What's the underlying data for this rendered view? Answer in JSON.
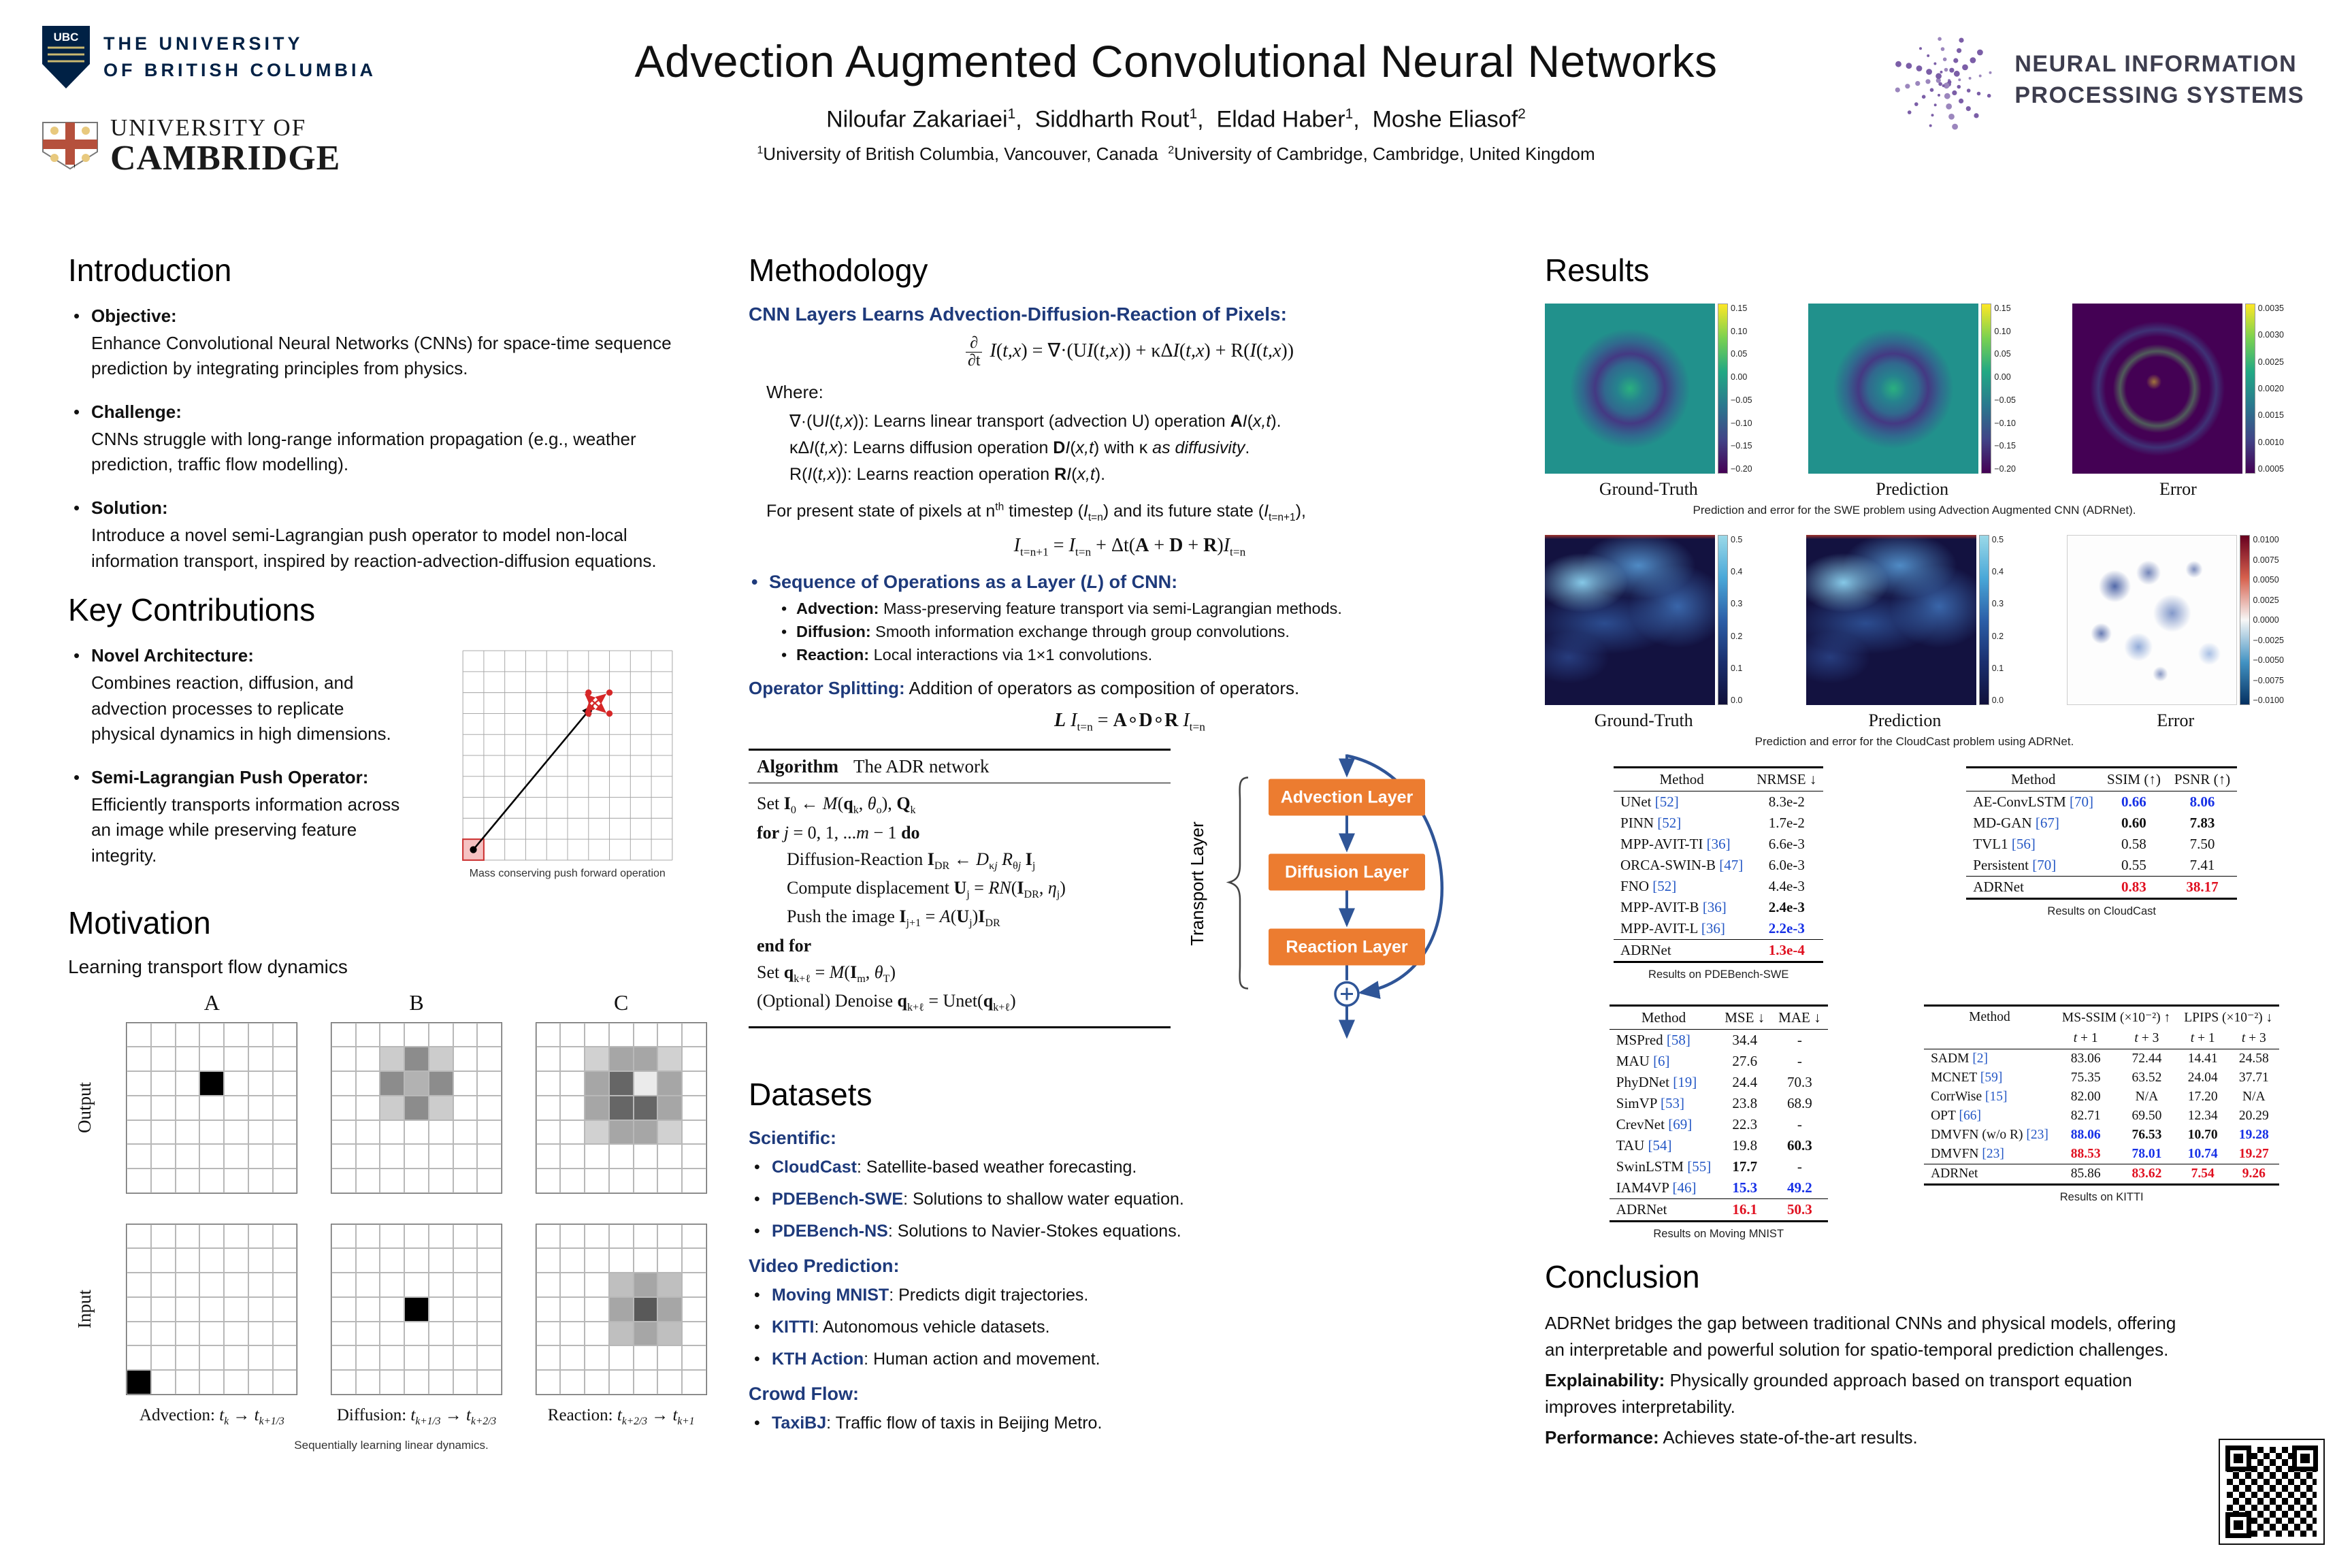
{
  "header": {
    "title": "Advection Augmented Convolutional Neural Networks",
    "authors_html": "Niloufar Zakariaei<sup>1</sup>,&nbsp; Siddharth Rout<sup>1</sup>,&nbsp; Eldad Haber<sup>1</sup>,&nbsp; Moshe Eliasof<sup>2</sup>",
    "affiliations_html": "<sup>1</sup>University of British Columbia, Vancouver, Canada&nbsp;&nbsp;<sup>2</sup>University of Cambridge, Cambridge, United Kingdom",
    "ubc": {
      "shield_text": "UBC",
      "line1": "THE UNIVERSITY",
      "line2": "OF BRITISH COLUMBIA"
    },
    "cambridge": {
      "line1": "UNIVERSITY OF",
      "line2": "CAMBRIDGE"
    },
    "neurips": {
      "line1": "NEURAL INFORMATION",
      "line2": "PROCESSING SYSTEMS"
    }
  },
  "intro": {
    "heading": "Introduction",
    "bullets": [
      {
        "label": "Objective:",
        "text": "Enhance Convolutional Neural Networks (CNNs) for space-time sequence prediction by integrating principles from physics."
      },
      {
        "label": "Challenge:",
        "text": "CNNs struggle with long-range information propagation (e.g., weather prediction, traffic flow modelling)."
      },
      {
        "label": "Solution:",
        "text": "Introduce a novel semi-Lagrangian push operator to model non-local information transport, inspired by reaction-advection-diffusion equations."
      }
    ]
  },
  "contributions": {
    "heading": "Key Contributions",
    "bullets": [
      {
        "label": "Novel Architecture:",
        "text": "Combines reaction, diffusion, and advection processes to replicate physical dynamics in high dimensions."
      },
      {
        "label": "Semi-Lagrangian Push Operator:",
        "text": "Efficiently transports information across an image while preserving feature integrity."
      }
    ],
    "figure_caption": "Mass conserving push forward operation"
  },
  "motivation": {
    "heading": "Motivation",
    "subheading": "Learning transport flow dynamics",
    "col_labels": [
      "A",
      "B",
      "C"
    ],
    "row_labels": [
      "Output",
      "Input"
    ],
    "captions_html": [
      "Advection: <i>t<sub>k</sub></i> → <i>t<sub>k+1/3</sub></i>",
      "Diffusion: <i>t<sub>k+1/3</sub></i> → <i>t<sub>k+2/3</sub></i>",
      "Reaction: <i>t<sub>k+2/3</sub></i> → <i>t<sub>k+1</sub></i>"
    ],
    "caption_small": "Sequentially learning linear dynamics.",
    "grids": {
      "out_a": {
        "rows": 7,
        "cols": 7,
        "cells": {
          "2,3": 1
        }
      },
      "out_b": {
        "rows": 7,
        "cols": 7,
        "cells": {
          "1,2": 0.2,
          "1,3": 0.45,
          "1,4": 0.2,
          "2,2": 0.45,
          "2,3": 0.3,
          "2,4": 0.45,
          "3,2": 0.2,
          "3,3": 0.45,
          "3,4": 0.2
        }
      },
      "out_c": {
        "rows": 7,
        "cols": 7,
        "cells": {
          "1,2": 0.18,
          "1,3": 0.35,
          "1,4": 0.35,
          "1,5": 0.18,
          "2,2": 0.35,
          "2,3": 0.6,
          "2,4": 0.08,
          "2,5": 0.35,
          "3,2": 0.35,
          "3,3": 0.6,
          "3,4": 0.6,
          "3,5": 0.35,
          "4,2": 0.18,
          "4,3": 0.35,
          "4,4": 0.35,
          "4,5": 0.18
        }
      },
      "in_a": {
        "rows": 7,
        "cols": 7,
        "cells": {
          "6,0": 1
        }
      },
      "in_b": {
        "rows": 7,
        "cols": 7,
        "cells": {
          "3,3": 1
        }
      },
      "in_c": {
        "rows": 7,
        "cols": 7,
        "cells": {
          "2,3": 0.25,
          "2,4": 0.35,
          "2,5": 0.25,
          "3,3": 0.35,
          "3,4": 0.65,
          "3,5": 0.35,
          "4,3": 0.25,
          "4,4": 0.35,
          "4,5": 0.25
        }
      }
    }
  },
  "methodology": {
    "heading": "Methodology",
    "header1": "CNN Layers Learns Advection-Diffusion-Reaction of Pixels:",
    "eq_main": {
      "num": "∂",
      "den": "∂t",
      "rest_html": "<i>I</i>(<i>t,x</i>) = ∇·(U<i>I</i>(<i>t,x</i>)) + κΔ<i>I</i>(<i>t,x</i>) + R(<i>I</i>(<i>t,x</i>))"
    },
    "where_label": "Where:",
    "where_items_html": [
      "∇·(U<i>I</i>(<i>t,x</i>)): Learns linear transport (advection U) operation <b>A</b><i>I</i>(<i>x,t</i>).",
      "κΔ<i>I</i>(<i>t,x</i>): Learns diffusion operation <b>D</b><i>I</i>(<i>x,t</i>) with κ <i>as diffusivity</i>.",
      "R(<i>I</i>(<i>t,x</i>)): Learns reaction operation <b>R</b><i>I</i>(<i>x,t</i>)."
    ],
    "state_line_html": "For present state of pixels at n<sup>th</sup> timestep (<i>I</i><sub>t=n</sub>) and its future state (<i>I</i><sub>t=n+1</sub>),",
    "eq_discrete_html": "<i>I</i><sub>t=n+1</sub> = <i>I</i><sub>t=n</sub> + Δt(<b>A</b> + <b>D</b> + <b>R</b>)<i>I</i><sub>t=n</sub>",
    "seq_heading_html": "Sequence of Operations as a Layer (<i>L</i>) of CNN:",
    "seq_bullets": [
      {
        "b": "Advection:",
        "t": " Mass-preserving feature transport via semi-Lagrangian methods."
      },
      {
        "b": "Diffusion:",
        "t": " Smooth information exchange through group convolutions."
      },
      {
        "b": "Reaction:",
        "t": " Local interactions via 1×1 convolutions."
      }
    ],
    "opsplit_label": "Operator Splitting:",
    "opsplit_text": " Addition of operators as composition of operators.",
    "eq_operator_html": "<b><i>L</i></b> <i>I</i><sub>t=n</sub> = <b>A</b>∘<b>D</b>∘<b>R</b> <i>I</i><sub>t=n</sub>",
    "algorithm": {
      "title_word": "Algorithm",
      "title_rest": "The ADR network",
      "lines": [
        {
          "html": "Set <b>I</b><sub>0</sub> ← <i>M</i>(<b>q</b><sub>k</sub>, <i>θ</i><sub>o</sub>), <b>Q</b><sub>k</sub>",
          "indent": false
        },
        {
          "html": "<b>for</b> <i>j</i> = 0, 1, ...<i>m</i> − 1 <b>do</b>",
          "indent": false
        },
        {
          "html": "Diffusion-Reaction <b>I</b><sub>DR</sub> ← <i>D</i><sub>κ<i>j</i></sub> <i>R</i><sub>θ<i>j</i></sub> <b>I</b><sub>j</sub>",
          "indent": true
        },
        {
          "html": "Compute displacement <b>U</b><sub>j</sub> = <i>RN</i>(<b>I</b><sub>DR</sub>, <i>η</i><sub>j</sub>)",
          "indent": true
        },
        {
          "html": "Push the image <b>I</b><sub>j+1</sub> = <i>A</i>(<b>U</b><sub>j</sub>)<b>I</b><sub>DR</sub>",
          "indent": true
        },
        {
          "html": "<b>end for</b>",
          "indent": false
        },
        {
          "html": "Set <b>q</b><sub>k+ℓ</sub> = <i>M</i>(<b>I</b><sub>m</sub>, <i>θ</i><sub>T</sub>)",
          "indent": false
        },
        {
          "html": "(Optional) Denoise <b>q</b><sub>k+ℓ</sub> = Unet(<b>q</b><sub>k+ℓ</sub>)",
          "indent": false
        }
      ]
    },
    "diagram": {
      "brace_label": "Transport Layer",
      "boxes": [
        "Advection Layer",
        "Diffusion Layer",
        "Reaction Layer"
      ],
      "sum_symbol": "+"
    }
  },
  "datasets": {
    "heading": "Datasets",
    "categories": [
      {
        "label": "Scientific:",
        "items": [
          {
            "b": "CloudCast",
            "t": ": Satellite-based weather forecasting."
          },
          {
            "b": "PDEBench-SWE",
            "t": ": Solutions to shallow water equation."
          },
          {
            "b": "PDEBench-NS",
            "t": ": Solutions to Navier-Stokes equations."
          }
        ]
      },
      {
        "label": "Video Prediction:",
        "items": [
          {
            "b": "Moving MNIST",
            "t": ": Predicts digit trajectories."
          },
          {
            "b": "KITTI",
            "t": ": Autonomous vehicle datasets."
          },
          {
            "b": "KTH Action",
            "t": ": Human action and movement."
          }
        ]
      },
      {
        "label": "Crowd Flow:",
        "items": [
          {
            "b": "TaxiBJ",
            "t": ": Traffic flow of taxis in Beijing Metro."
          }
        ]
      }
    ]
  },
  "results": {
    "heading": "Results",
    "swe": {
      "labels": [
        "Ground-Truth",
        "Prediction",
        "Error"
      ],
      "caption": "Prediction and error for the SWE problem using Advection Augmented CNN (ADRNet).",
      "cb_main_ticks": [
        "0.15",
        "0.10",
        "0.05",
        "0.00",
        "−0.05",
        "−0.10",
        "−0.15",
        "−0.20"
      ],
      "cb_err_ticks": [
        "0.0035",
        "0.0030",
        "0.0025",
        "0.0020",
        "0.0015",
        "0.0010",
        "0.0005"
      ]
    },
    "cloudcast": {
      "labels": [
        "Ground-Truth",
        "Prediction",
        "Error"
      ],
      "caption": "Prediction and error for the CloudCast problem using ADRNet.",
      "cb_main_ticks": [
        "0.5",
        "0.4",
        "0.3",
        "0.2",
        "0.1",
        "0.0"
      ],
      "cb_err_ticks": [
        "0.0100",
        "0.0075",
        "0.0050",
        "0.0025",
        "0.0000",
        "−0.0025",
        "−0.0050",
        "−0.0075",
        "−0.0100"
      ]
    },
    "tables": {
      "swe": {
        "columns": [
          "Method",
          "NRMSE ↓"
        ],
        "rows": [
          [
            "UNet [52]",
            "8.3e-2"
          ],
          [
            "PINN [52]",
            "1.7e-2"
          ],
          [
            "MPP-AVIT-TI [36]",
            "6.6e-3"
          ],
          [
            "ORCA-SWIN-B [47]",
            "6.0e-3"
          ],
          [
            "FNO [52]",
            "4.4e-3"
          ],
          [
            "MPP-AVIT-B [36]",
            {
              "t": "2.4e-3",
              "s": "bold"
            }
          ],
          [
            "MPP-AVIT-L [36]",
            {
              "t": "2.2e-3",
              "s": "blue"
            }
          ],
          [
            "ADRNet",
            {
              "t": "1.3e-4",
              "s": "red"
            }
          ]
        ],
        "caption": "Results on PDEBench-SWE"
      },
      "cloudcast": {
        "columns": [
          "Method",
          "SSIM (↑)",
          "PSNR (↑)"
        ],
        "rows": [
          [
            "AE-ConvLSTM [70]",
            {
              "t": "0.66",
              "s": "blue"
            },
            {
              "t": "8.06",
              "s": "blue"
            }
          ],
          [
            "MD-GAN [67]",
            {
              "t": "0.60",
              "s": "bold"
            },
            {
              "t": "7.83",
              "s": "bold"
            }
          ],
          [
            "TVL1 [56]",
            "0.58",
            "7.50"
          ],
          [
            "Persistent [70]",
            "0.55",
            "7.41"
          ],
          [
            "ADRNet",
            {
              "t": "0.83",
              "s": "red"
            },
            {
              "t": "38.17",
              "s": "red"
            }
          ]
        ],
        "caption": "Results on CloudCast"
      },
      "mnist": {
        "columns": [
          "Method",
          "MSE ↓",
          "MAE ↓"
        ],
        "rows": [
          [
            "MSPred [58]",
            "34.4",
            "-"
          ],
          [
            "MAU [6]",
            "27.6",
            "-"
          ],
          [
            "PhyDNet [19]",
            "24.4",
            "70.3"
          ],
          [
            "SimVP [53]",
            "23.8",
            "68.9"
          ],
          [
            "CrevNet [69]",
            "22.3",
            "-"
          ],
          [
            "TAU [54]",
            "19.8",
            {
              "t": "60.3",
              "s": "bold"
            }
          ],
          [
            "SwinLSTM [55]",
            {
              "t": "17.7",
              "s": "bold"
            },
            "-"
          ],
          [
            "IAM4VP [46]",
            {
              "t": "15.3",
              "s": "blue"
            },
            {
              "t": "49.2",
              "s": "blue"
            }
          ],
          [
            "ADRNet",
            {
              "t": "16.1",
              "s": "red"
            },
            {
              "t": "50.3",
              "s": "red"
            }
          ]
        ],
        "caption": "Results on Moving MNIST"
      },
      "kitti": {
        "wide": true,
        "groups": [
          {
            "label": "Method",
            "span": 1
          },
          {
            "label": "MS-SSIM (×10⁻²) ↑",
            "span": 2
          },
          {
            "label": "LPIPS (×10⁻²) ↓",
            "span": 2
          }
        ],
        "subcolumns": [
          "",
          "<i>t</i> + 1",
          "<i>t</i> + 3",
          "<i>t</i> + 1",
          "<i>t</i> + 3"
        ],
        "rows": [
          [
            "SADM [2]",
            "83.06",
            "72.44",
            "14.41",
            "24.58"
          ],
          [
            "MCNET [59]",
            "75.35",
            "63.52",
            "24.04",
            "37.71"
          ],
          [
            "CorrWise [15]",
            "82.00",
            "N/A",
            "17.20",
            "N/A"
          ],
          [
            "OPT [66]",
            "82.71",
            "69.50",
            "12.34",
            "20.29"
          ],
          [
            "DMVFN (w/o R) [23]",
            {
              "t": "88.06",
              "s": "blue"
            },
            {
              "t": "76.53",
              "s": "bold"
            },
            {
              "t": "10.70",
              "s": "bold"
            },
            {
              "t": "19.28",
              "s": "blue"
            }
          ],
          [
            "DMVFN [23]",
            {
              "t": "88.53",
              "s": "red"
            },
            {
              "t": "78.01",
              "s": "blue"
            },
            {
              "t": "10.74",
              "s": "blue"
            },
            {
              "t": "19.27",
              "s": "red"
            }
          ],
          [
            "ADRNet",
            "85.86",
            {
              "t": "83.62",
              "s": "red"
            },
            {
              "t": "7.54",
              "s": "red"
            },
            {
              "t": "9.26",
              "s": "red"
            }
          ]
        ],
        "caption": "Results on KITTI"
      }
    }
  },
  "conclusion": {
    "heading": "Conclusion",
    "lines_html": [
      "ADRNet bridges the gap between traditional CNNs and physical models, offering an interpretable and powerful solution for spatio-temporal prediction challenges.",
      "<b>Explainability:</b> Physically grounded approach based on transport equation improves interpretability.",
      "<b>Performance:</b> Achieves state-of-the-art results."
    ]
  }
}
